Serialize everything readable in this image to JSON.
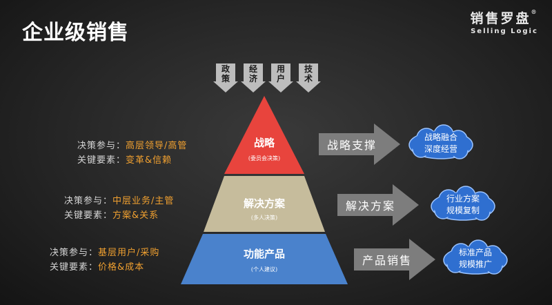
{
  "title": "企业级销售",
  "logo": {
    "main": "销售罗盘",
    "sub": "Selling Logic",
    "reg": "®"
  },
  "factors": [
    "政\n策",
    "经\n济",
    "用\n户",
    "技\n术"
  ],
  "pyramid": [
    {
      "name": "战略",
      "sub": "(委员会决策)",
      "color": "#e8443d"
    },
    {
      "name": "解决方案",
      "sub": "(多人决策)",
      "color": "#c3b898"
    },
    {
      "name": "功能产品",
      "sub": "(个人建议)",
      "color": "#4a82cc"
    }
  ],
  "levels": [
    {
      "decision_label": "决策参与：",
      "decision_value": "高层领导/高管",
      "key_label": "关键要素：",
      "key_value": "变革&信赖",
      "arrow": "战略支撑",
      "cloud": [
        "战略融合",
        "深度经营"
      ]
    },
    {
      "decision_label": "决策参与：",
      "decision_value": "中层业务/主管",
      "key_label": "关键要素：",
      "key_value": "方案&关系",
      "arrow": "解决方案",
      "cloud": [
        "行业方案",
        "规模复制"
      ]
    },
    {
      "decision_label": "决策参与：",
      "decision_value": "基层用户/采购",
      "key_label": "关键要素：",
      "key_value": "价格&成本",
      "arrow": "产品销售",
      "cloud": [
        "标准产品",
        "规模推广"
      ]
    }
  ]
}
